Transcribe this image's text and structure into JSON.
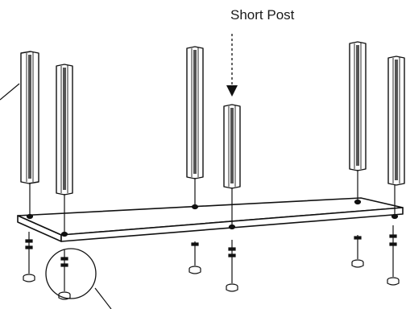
{
  "callout": {
    "label": "Short Post"
  },
  "parts": {
    "tall_posts": 5,
    "short_posts": 1,
    "leveling_feet": 6
  }
}
